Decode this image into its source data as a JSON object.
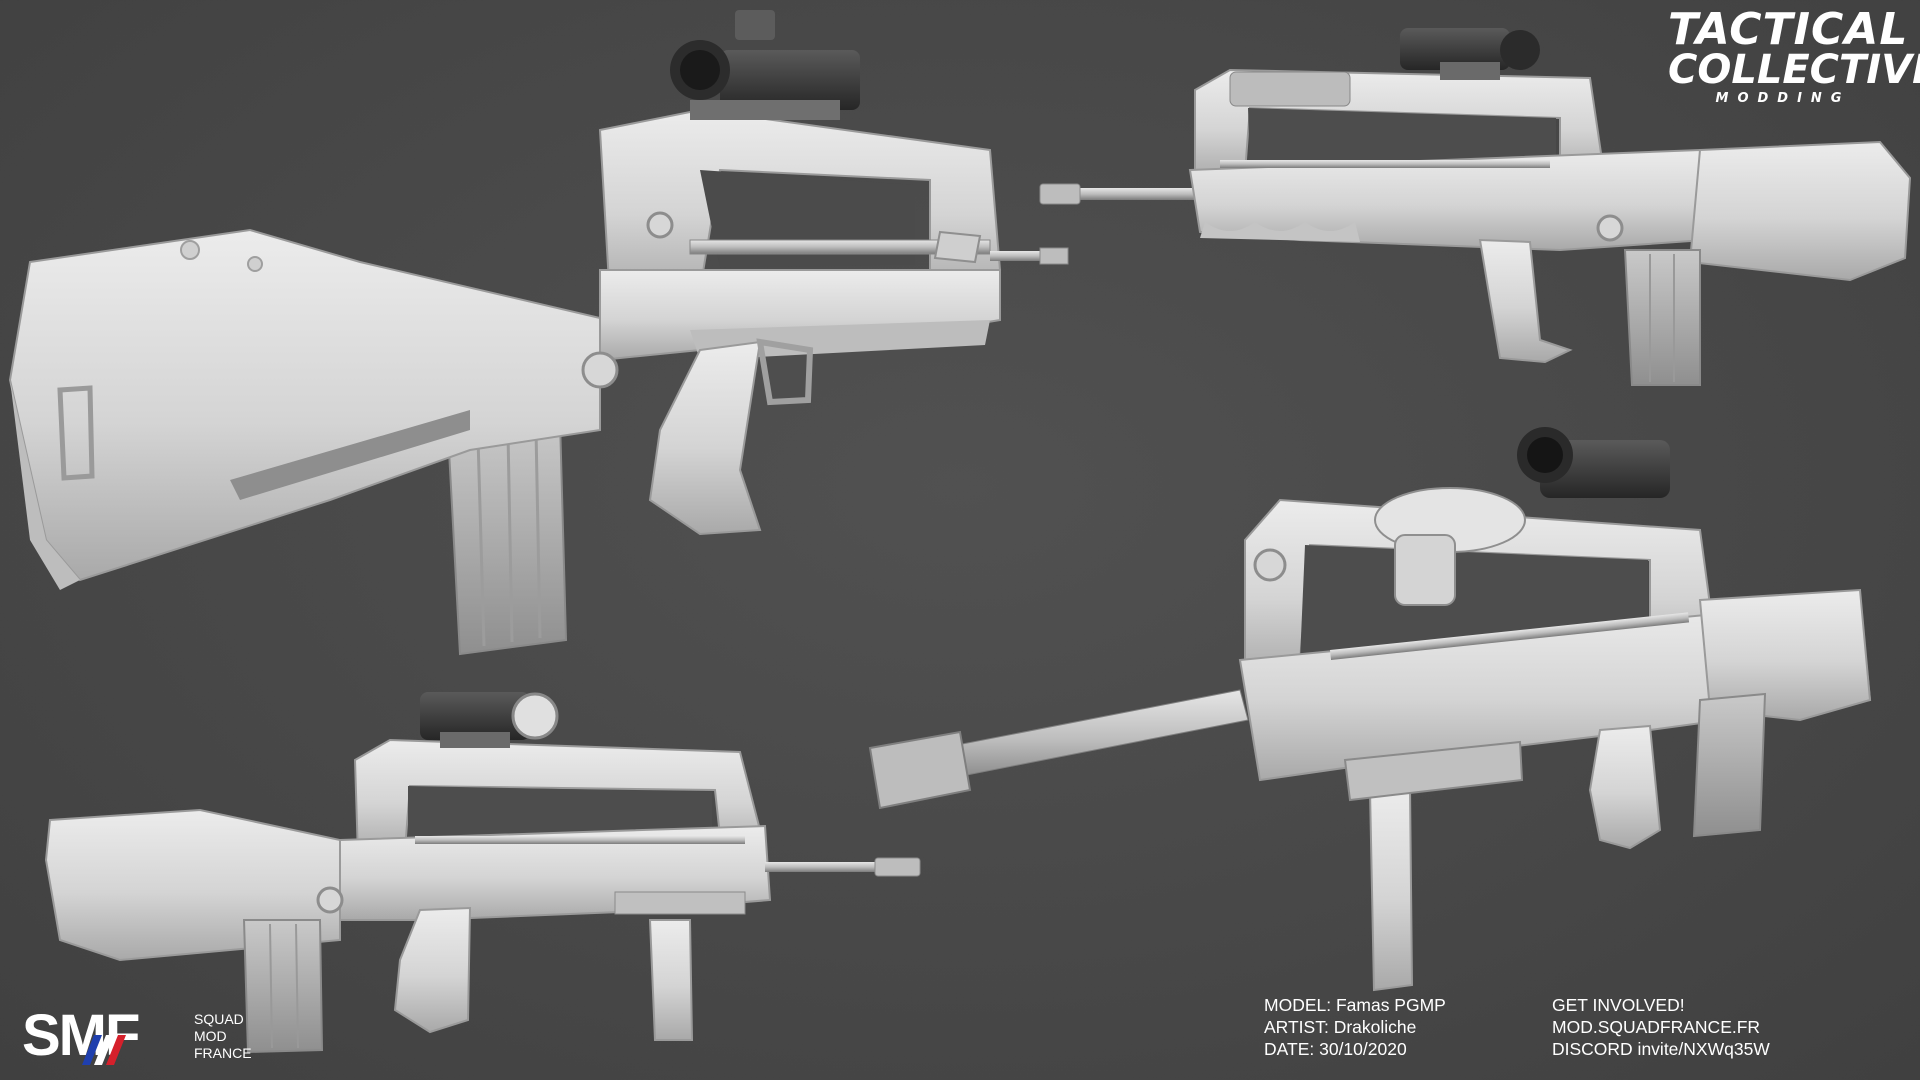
{
  "scene": {
    "background": "#4a4a4a",
    "model_color": "#d8d8d8",
    "renders": [
      {
        "view": "three-quarter rear left"
      },
      {
        "view": "side right with bipod rail"
      },
      {
        "view": "side left with foregrip"
      },
      {
        "view": "three-quarter front with foregrip"
      }
    ]
  },
  "logos": {
    "tactical": {
      "line1": "TACTICAL",
      "line2": "COLLECTIVE",
      "line3": "MODDING"
    },
    "smf": {
      "big": "SMF",
      "line1": "SQUAD",
      "line2": "MOD",
      "line3": "FRANCE",
      "colors": [
        "#1f3fae",
        "#ffffff",
        "#d5202b"
      ]
    }
  },
  "info": {
    "model": "MODEL: Famas PGMP",
    "artist": "ARTIST: Drakoliche",
    "date": "DATE: 30/10/2020",
    "get_involved": "GET INVOLVED!",
    "website": "MOD.SQUADFRANCE.FR",
    "discord": "DISCORD invite/NXWq35W"
  }
}
